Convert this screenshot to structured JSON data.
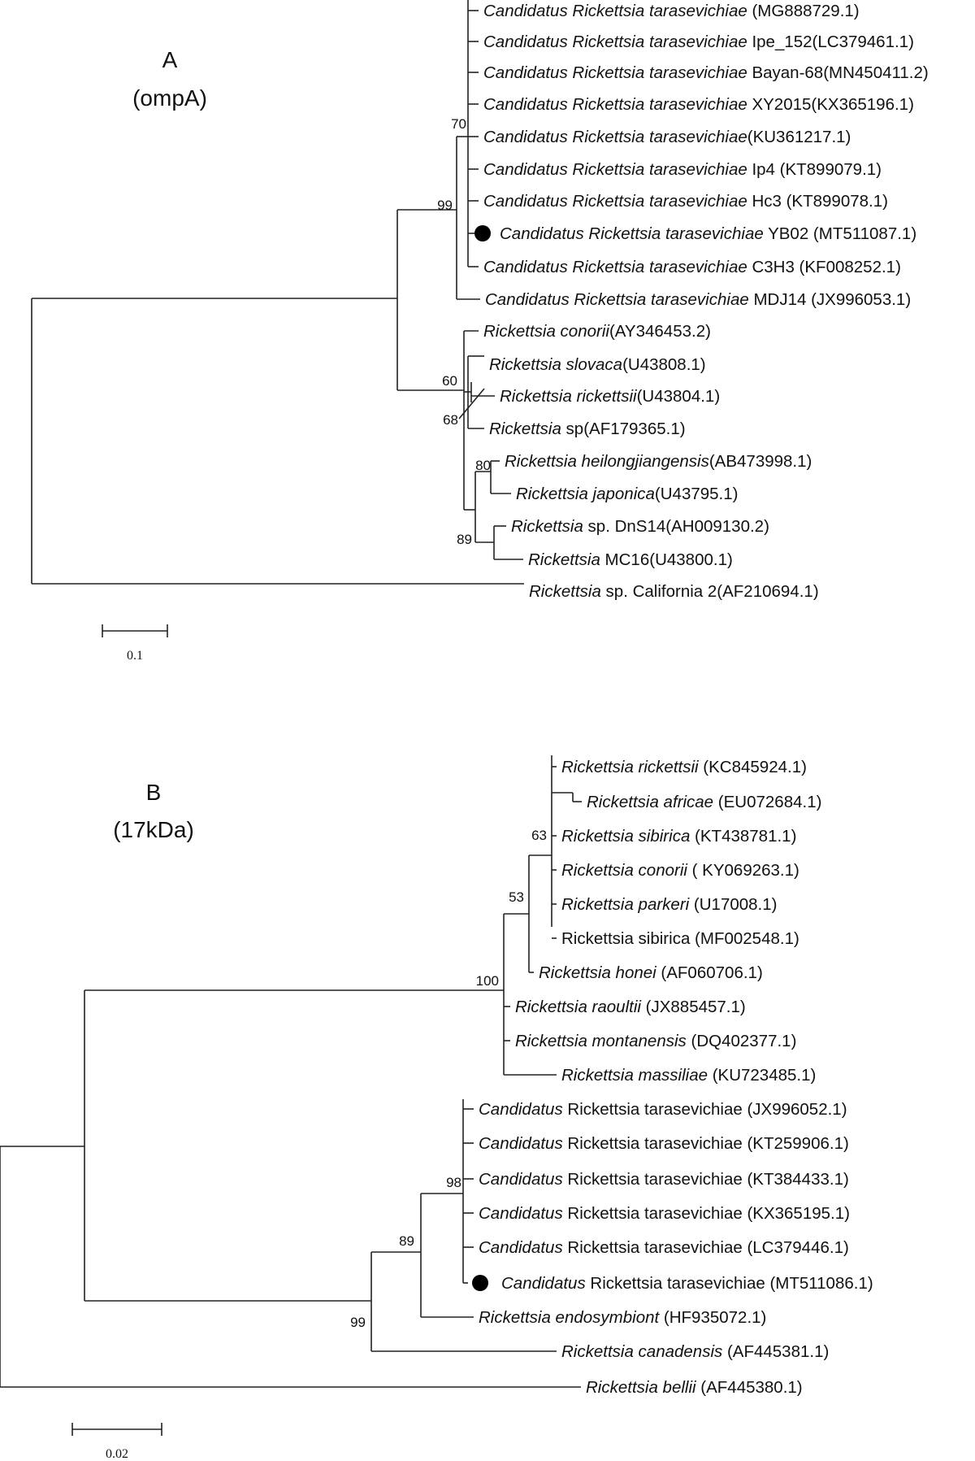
{
  "panels": [
    {
      "id": "A",
      "label": "A",
      "gene": "(ompA)",
      "scale_label": "0.1",
      "leaves": [
        {
          "italic": "Candidatus Rickettsia tarasevichiae",
          "plain": " (MG888729.1)"
        },
        {
          "italic": "Candidatus Rickettsia tarasevichiae",
          "plain": " Ipe_152(LC379461.1)"
        },
        {
          "italic": "Candidatus Rickettsia tarasevichiae",
          "plain": " Bayan-68(MN450411.2)"
        },
        {
          "italic": "Candidatus Rickettsia tarasevichiae",
          "plain": " XY2015(KX365196.1)"
        },
        {
          "italic": "Candidatus Rickettsia tarasevichiae",
          "plain": "(KU361217.1)"
        },
        {
          "italic": "Candidatus Rickettsia tarasevichiae",
          "plain": " Ip4 (KT899079.1)"
        },
        {
          "italic": "Candidatus Rickettsia tarasevichiae",
          "plain": " Hc3 (KT899078.1)"
        },
        {
          "italic": "Candidatus Rickettsia tarasevichiae",
          "plain": " YB02 (MT511087.1)",
          "marked": true
        },
        {
          "italic": "Candidatus Rickettsia tarasevichiae",
          "plain": " C3H3 (KF008252.1)"
        },
        {
          "italic": "Candidatus Rickettsia tarasevichiae",
          "plain": " MDJ14 (JX996053.1)"
        },
        {
          "italic": "Rickettsia conorii",
          "plain": "(AY346453.2)"
        },
        {
          "italic": "Rickettsia slovaca",
          "plain": "(U43808.1)"
        },
        {
          "italic": "Rickettsia rickettsii",
          "plain": "(U43804.1)"
        },
        {
          "italic": "Rickettsia",
          "plain": " sp(AF179365.1)"
        },
        {
          "italic": "Rickettsia heilongjiangensis",
          "plain": "(AB473998.1)"
        },
        {
          "italic": "Rickettsia japonica",
          "plain": "(U43795.1)"
        },
        {
          "italic": "Rickettsia",
          "plain": " sp. DnS14(AH009130.2)"
        },
        {
          "italic": "Rickettsia",
          "plain": " MC16(U43800.1)"
        },
        {
          "italic": "Rickettsia",
          "plain": " sp. California 2(AF210694.1)"
        }
      ],
      "bootstraps": [
        "70",
        "99",
        "60",
        "68",
        "80",
        "89"
      ]
    },
    {
      "id": "B",
      "label": "B",
      "gene": "(17kDa)",
      "scale_label": "0.02",
      "leaves": [
        {
          "italic": "Rickettsia rickettsii",
          "plain": " (KC845924.1)"
        },
        {
          "italic": "Rickettsia africae",
          "plain": " (EU072684.1)"
        },
        {
          "italic": "Rickettsia sibirica",
          "plain": " (KT438781.1)"
        },
        {
          "italic": "Rickettsia conorii",
          "plain": " ( KY069263.1)"
        },
        {
          "italic": "Rickettsia parkeri",
          "plain": " (U17008.1)"
        },
        {
          "italic": "",
          "plain": "Rickettsia sibirica (MF002548.1)"
        },
        {
          "italic": "Rickettsia honei",
          "plain": " (AF060706.1)"
        },
        {
          "italic": "Rickettsia raoultii",
          "plain": " (JX885457.1)"
        },
        {
          "italic": "Rickettsia montanensis",
          "plain": " (DQ402377.1)"
        },
        {
          "italic": "Rickettsia massiliae",
          "plain": " (KU723485.1)"
        },
        {
          "italic": "Candidatus",
          "plain": " Rickettsia tarasevichiae (JX996052.1)"
        },
        {
          "italic": "Candidatus",
          "plain": " Rickettsia tarasevichiae (KT259906.1)"
        },
        {
          "italic": "Candidatus",
          "plain": " Rickettsia tarasevichiae (KT384433.1)"
        },
        {
          "italic": "Candidatus",
          "plain": " Rickettsia tarasevichiae (KX365195.1)"
        },
        {
          "italic": "Candidatus",
          "plain": " Rickettsia tarasevichiae (LC379446.1)"
        },
        {
          "italic": "Candidatus",
          "plain": " Rickettsia tarasevichiae (MT511086.1)",
          "marked": true
        },
        {
          "italic": "Rickettsia endosymbiont",
          "plain": " (HF935072.1)"
        },
        {
          "italic": "Rickettsia canadensis",
          "plain": " (AF445381.1)"
        },
        {
          "italic": "Rickettsia bellii",
          "plain": " (AF445380.1)"
        }
      ],
      "bootstraps": [
        "63",
        "53",
        "100",
        "98",
        "89",
        "99"
      ]
    }
  ]
}
